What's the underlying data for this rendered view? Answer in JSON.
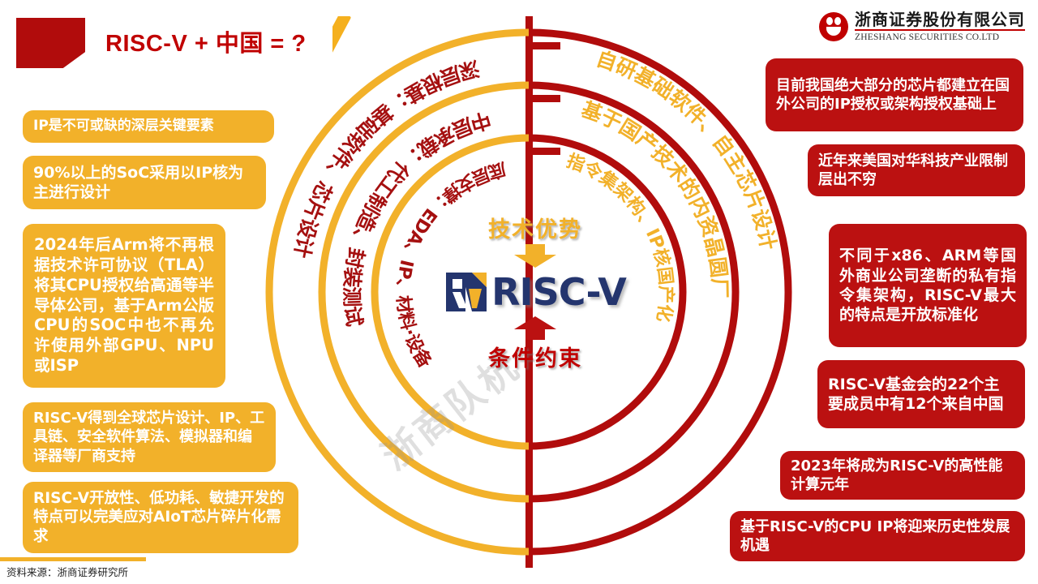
{
  "header": {
    "title": "RISC-V + 中国 = ?",
    "badge_icon": "corner-flag-shape",
    "accent_icon": "diagonal-accent-bar"
  },
  "brand": {
    "logo_icon": "zheshang-securities-logo",
    "name_cn": "浙商证券股份有限公司",
    "name_en": "ZHESHANG SECURITIES CO.LTD"
  },
  "center": {
    "top_label": "技术优势",
    "bottom_label": "条件约束",
    "arrow_down_icon": "arrow-down-orange",
    "arrow_up_icon": "arrow-up-red",
    "logo_mark_icon": "risc-v-logo-mark",
    "logo_wordmark": "RISC-V"
  },
  "left_arcs": [
    {
      "id": "outer",
      "text": "深层根基：基础软件、芯片设计"
    },
    {
      "id": "middle",
      "text": "中层承载：代工制造、封装测试"
    },
    {
      "id": "inner",
      "text": "底层支撑：EDA、IP、材料·设备"
    }
  ],
  "right_arcs": [
    {
      "id": "outer",
      "text": "自研基础软件、自主芯片设计"
    },
    {
      "id": "middle",
      "text": "基于国产技术的内资晶圆厂"
    },
    {
      "id": "inner",
      "text": "指令集架构、IP核国产化"
    }
  ],
  "left_boxes": [
    {
      "text": "IP是不可或缺的深层关键要素"
    },
    {
      "text": "90%以上的SoC采用以IP核为主进行设计"
    },
    {
      "text": "2024年后Arm将不再根据技术许可协议（TLA）将其CPU授权给高通等半导体公司，基于Arm公版CPU的SOC中也不再允许使用外部GPU、NPU或ISP"
    },
    {
      "text": "RISC-V得到全球芯片设计、IP、工具链、安全软件算法、模拟器和编译器等厂商支持"
    },
    {
      "text": "RISC-V开放性、低功耗、敏捷开发的特点可以完美应对AIoT芯片碎片化需求"
    }
  ],
  "right_boxes": [
    {
      "text": "目前我国绝大部分的芯片都建立在国外公司的IP授权或架构授权基础上"
    },
    {
      "text": "近年来美国对华科技产业限制层出不穷"
    },
    {
      "text": "不同于x86、ARM等国外商业公司垄断的私有指令集架构，RISC-V最大的特点是开放标准化"
    },
    {
      "text": "RISC-V基金会的22个主要成员中有12个来自中国"
    },
    {
      "text": "2023年将成为RISC-V的高性能计算元年"
    },
    {
      "text": "基于RISC-V的CPU IP将迎来历史性发展机遇"
    }
  ],
  "watermark": {
    "text": "浙商队杭"
  },
  "footer": {
    "source": "资料来源：浙商证券研究所"
  },
  "colors": {
    "orange": "#F2B12A",
    "red": "#BB1111",
    "deep_red": "#C00000",
    "logo_blue": "#24356E"
  }
}
